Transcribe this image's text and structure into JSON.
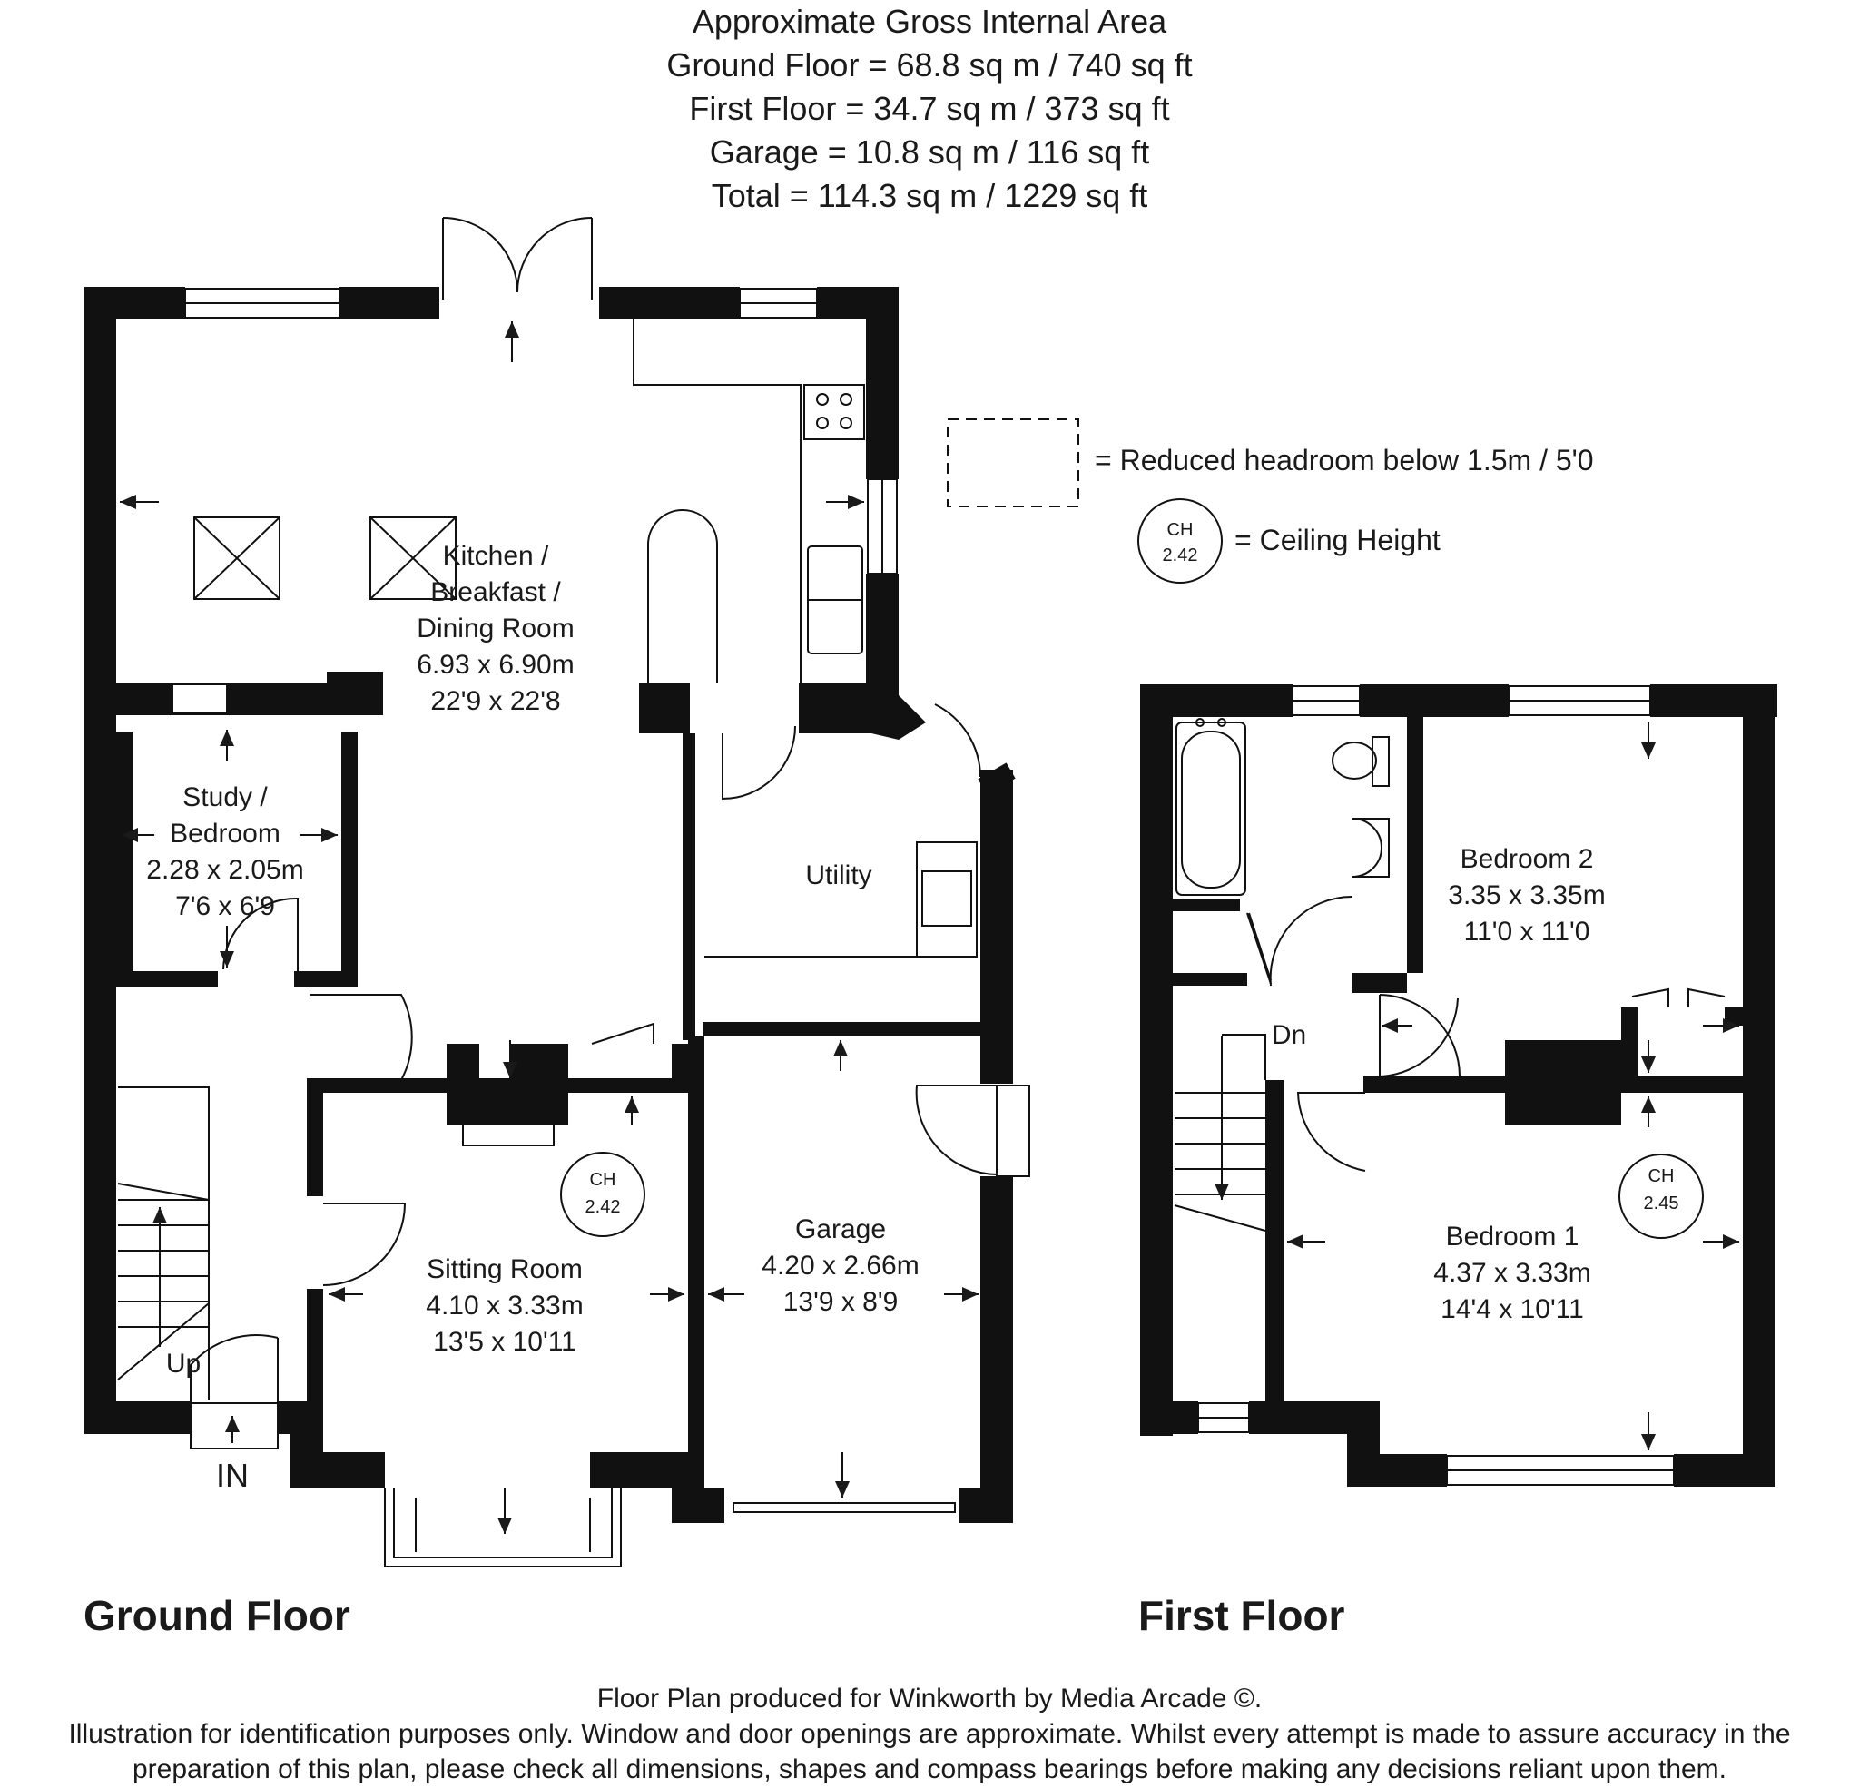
{
  "header": {
    "title": "Approximate Gross Internal Area",
    "ground": "Ground Floor = 68.8 sq m / 740 sq ft",
    "first": "First Floor = 34.7 sq m / 373 sq ft",
    "garage": "Garage = 10.8 sq m / 116 sq ft",
    "total": "Total = 114.3 sq m / 1229 sq ft"
  },
  "legend": {
    "reduced_headroom": "= Reduced headroom below 1.5m / 5'0",
    "ceiling_height_label": "= Ceiling Height",
    "ch_abbrev": "CH",
    "ch_value": "2.42"
  },
  "ground_floor": {
    "title": "Ground Floor",
    "kitchen": {
      "line1": "Kitchen /",
      "line2": "Breakfast /",
      "line3": "Dining Room",
      "metric": "6.93 x 6.90m",
      "imperial": "22'9 x 22'8"
    },
    "study": {
      "line1": "Study /",
      "line2": "Bedroom",
      "metric": "2.28 x 2.05m",
      "imperial": "7'6 x 6'9"
    },
    "utility": {
      "name": "Utility"
    },
    "sitting": {
      "name": "Sitting Room",
      "metric": "4.10 x 3.33m",
      "imperial": "13'5 x 10'11",
      "ch_abbrev": "CH",
      "ch_value": "2.42"
    },
    "garage": {
      "name": "Garage",
      "metric": "4.20 x 2.66m",
      "imperial": "13'9 x 8'9"
    },
    "stairs_label": "Up",
    "entrance_label": "IN"
  },
  "first_floor": {
    "title": "First Floor",
    "bedroom2": {
      "name": "Bedroom 2",
      "metric": "3.35 x 3.35m",
      "imperial": "11'0 x 11'0"
    },
    "bedroom1": {
      "name": "Bedroom 1",
      "metric": "4.37 x 3.33m",
      "imperial": "14'4 x 10'11",
      "ch_abbrev": "CH",
      "ch_value": "2.45"
    },
    "stairs_label": "Dn"
  },
  "footer": {
    "line1": "Floor Plan produced for Winkworth by Media Arcade ©.",
    "line2": "Illustration for identification purposes only. Window and door openings are approximate. Whilst every attempt is made to assure accuracy in the",
    "line3": "preparation of this plan, please check all dimensions, shapes and compass bearings before making any decisions reliant upon them."
  }
}
